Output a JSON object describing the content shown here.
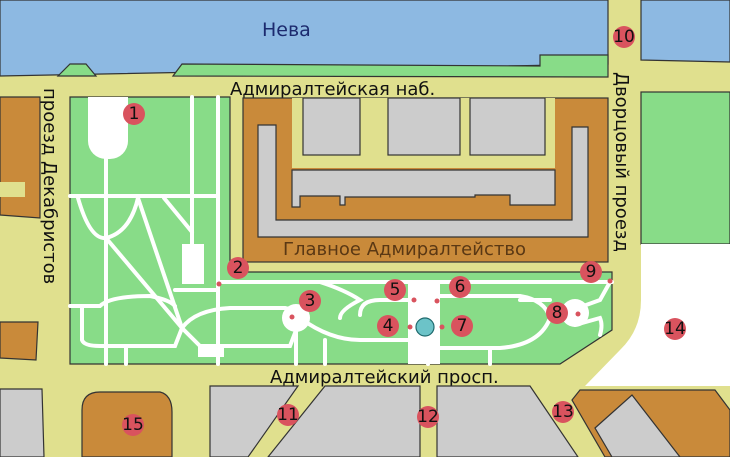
{
  "map": {
    "water_label": "Нева",
    "building_label": "Главное Адмиралтейство",
    "streets": {
      "embankment": "Адмиралтейская наб.",
      "prospect": "Адмиралтейский просп.",
      "dvortsovy": "Дворцовый проезд",
      "dekabristov": "проезд Декабристов"
    },
    "markers": [
      "1",
      "2",
      "3",
      "4",
      "5",
      "6",
      "7",
      "8",
      "9",
      "10",
      "11",
      "12",
      "13",
      "14",
      "15"
    ],
    "colors": {
      "water": "#8db9e2",
      "road": "#e0e08e",
      "park": "#88dc88",
      "building": "#c98a3a",
      "grey": "#cccccc",
      "marker": "#d9535e",
      "fountain": "#6cc3c8"
    }
  }
}
